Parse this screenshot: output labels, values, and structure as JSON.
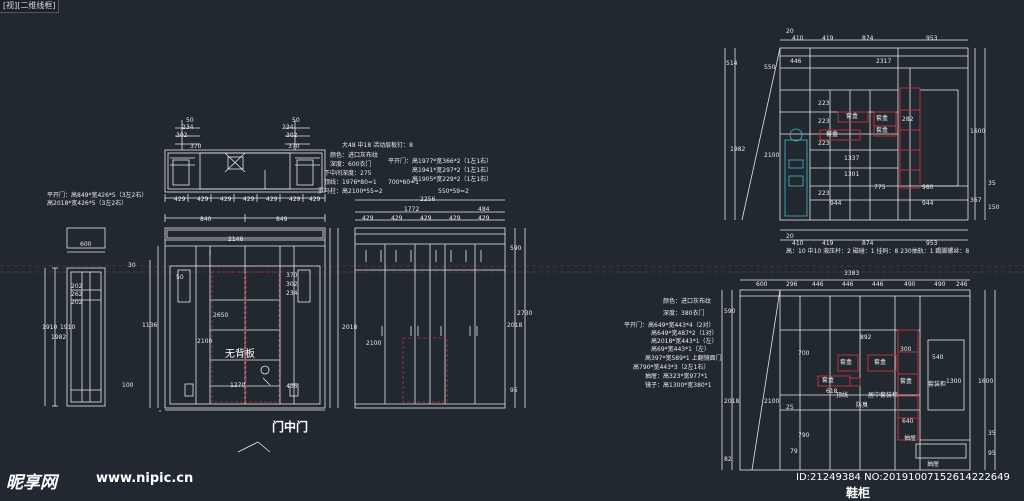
{
  "window": {
    "tab_title": "[视][二维线框]"
  },
  "labels": {
    "middle_door": "门中门",
    "shoe_cabinet": "鞋柜",
    "no_back_panel": "无背板",
    "shoebox_1": "套盒",
    "shoebox_2": "套盒",
    "shoebox_3": "套盒",
    "shoebox_4": "套盒",
    "shoebox_5": "套盒",
    "shoebox_6": "套盒",
    "shoebox_7": "套盒",
    "shoebox_8": "套盒"
  },
  "notes": {
    "left_spec": [
      "平开门：高849*宽426*5（3左2右）",
      "高2018*宽426*5（3左2右）"
    ],
    "middle_spec": [
      "大48 中18 活动层板钉：8",
      "颜色：进口灰布纹",
      "深度：600衣门",
      "下中间深度：275",
      "顶线：1976*80=1",
      "罗马柱：高2100*55=2",
      "平开门：高1977*宽366*2（1左1右）",
      "高1941*宽297*2（1左1右）",
      "高1905*宽229*2（1左1右）",
      "700*60=1",
      "550*59=2"
    ],
    "upper_right_footer": "高：10 中10 液压杆：2 磁碰：1 挂码：8 230抽轨：1 踢脚螺丝：8",
    "lower_right_spec": [
      "颜色：进口灰布纹",
      "深度：380衣门",
      "平开门：高649*宽443*4（2对）",
      "高649*宽487*2（1对）",
      "高2018*宽443*1（左）",
      "高69*宽443*1（左）",
      "高397*宽589*1 上翻镜面门",
      "高790*宽443*3（2左1右）",
      "抽屉：高323*宽977*1",
      "镜子：高1300*宽380*1"
    ],
    "small_tags": [
      "套装柜",
      "顶线",
      "居中套装柜",
      "防臭",
      "抽屉",
      "抽屉"
    ]
  },
  "dimensions": {
    "top_center": [
      "50",
      "234",
      "302",
      "370",
      "50",
      "234",
      "302",
      "370"
    ],
    "row_429": [
      "429",
      "429",
      "429",
      "429",
      "429",
      "429",
      "429"
    ],
    "front": [
      "840",
      "849",
      "2146",
      "370",
      "302",
      "234",
      "50",
      "2650",
      "2100",
      "2018",
      "1270",
      "1136",
      "436"
    ],
    "left_side": [
      "600",
      "202",
      "262",
      "202",
      "1910",
      "1982",
      "1910",
      "30",
      "100"
    ],
    "wardrobe": [
      "2256",
      "1772",
      "484",
      "429",
      "429",
      "429",
      "429",
      "429",
      "2018",
      "2730",
      "2100",
      "590",
      "95"
    ],
    "upper_right": [
      "20",
      "410",
      "419",
      "874",
      "953",
      "446",
      "2317",
      "514",
      "550",
      "1982",
      "2100",
      "1337",
      "1301",
      "944",
      "944",
      "980",
      "1600",
      "367",
      "150",
      "35",
      "20",
      "410",
      "419",
      "874",
      "953",
      "223",
      "223",
      "223",
      "282",
      "223",
      "775"
    ],
    "lower_right": [
      "3383",
      "600",
      "296",
      "446",
      "446",
      "446",
      "490",
      "490",
      "246",
      "590",
      "2018",
      "2100",
      "700",
      "790",
      "300",
      "540",
      "1300",
      "892",
      "1600",
      "25",
      "618",
      "640",
      "35",
      "95",
      "82",
      "79"
    ]
  },
  "watermark": {
    "logo": "昵享网",
    "url": "www.nipic.cn",
    "id": "ID:21249384 NO:20191007152614222649"
  }
}
